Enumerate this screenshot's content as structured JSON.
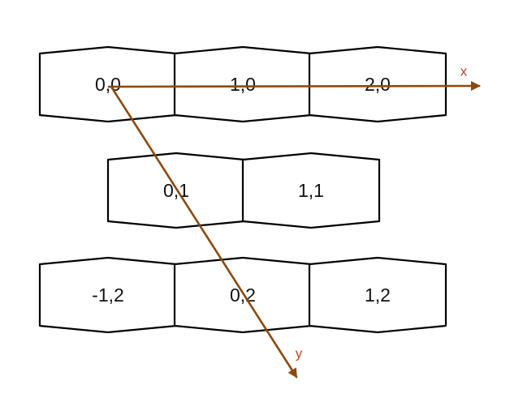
{
  "diagram": {
    "cells": [
      {
        "label": "0,0",
        "row": 0,
        "col": 0
      },
      {
        "label": "1,0",
        "row": 0,
        "col": 1
      },
      {
        "label": "2,0",
        "row": 0,
        "col": 2
      },
      {
        "label": "0,1",
        "row": 1,
        "col": 0
      },
      {
        "label": "1,1",
        "row": 1,
        "col": 1
      },
      {
        "label": "-1,2",
        "row": 2,
        "col": 0
      },
      {
        "label": "0,2",
        "row": 2,
        "col": 1
      },
      {
        "label": "1,2",
        "row": 2,
        "col": 2
      }
    ],
    "axes": {
      "x_label": "x",
      "y_label": "y"
    },
    "colors": {
      "axis_line": "#8B4A10",
      "axis_label": "#B5471F",
      "hex_stroke": "#000000",
      "text": "#111111"
    }
  }
}
